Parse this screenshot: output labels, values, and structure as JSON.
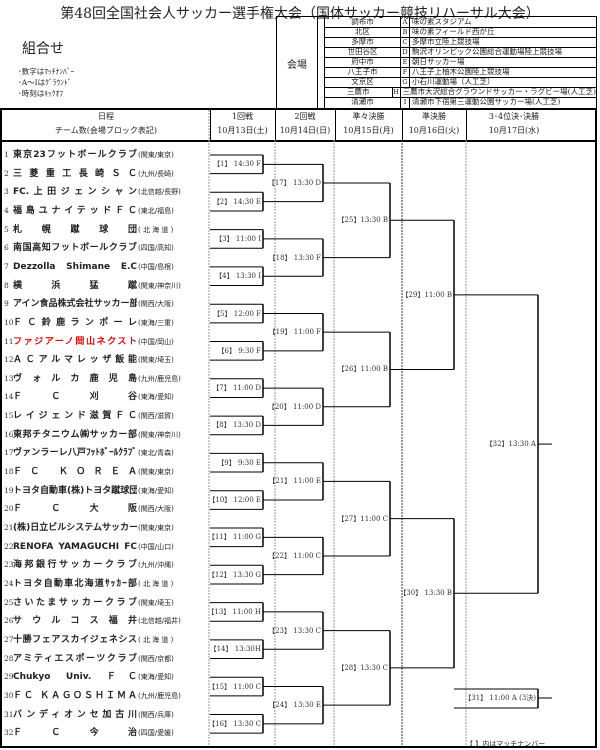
{
  "title": "第48回全国社会人サッカー選手権大会（国体サッカー競技リハーサル大会）",
  "subtitle": "組合せ",
  "notes": [
    "･数字はﾏｯﾁﾅﾝﾊﾞｰ",
    "･A～Iはｸﾞﾗｳﾝﾄﾞ",
    "･時刻はｷｯｸｵﾌ"
  ],
  "venue_label": "会場",
  "venues": [
    {
      "city": "調布市",
      "letter": "A",
      "name": "味の素スタジアム"
    },
    {
      "city": "北区",
      "letter": "B",
      "name": "味の素フィールド西が丘"
    },
    {
      "city": "多摩市",
      "letter": "C",
      "name": "多摩市立陸上競技場"
    },
    {
      "city": "世田谷区",
      "letter": "D",
      "name": "駒沢オリンピック公園総合運動場陸上競技場"
    },
    {
      "city": "府中市",
      "letter": "E",
      "name": "朝日サッカー場"
    },
    {
      "city": "八王子市",
      "letter": "F",
      "name": "八王子上柚木公園陸上競技場"
    },
    {
      "city": "文京区",
      "letter": "G",
      "name": "小石川運動場（人工芝）"
    },
    {
      "city": "三鷹市",
      "letter": "H",
      "name": "三鷹市大沢総合グラウンドサッカー・ラグビー場(人工芝)"
    },
    {
      "city": "清瀬市",
      "letter": "I",
      "name": "清瀬市下宿第三運動公園サッカー場(人工芝)"
    }
  ],
  "header": {
    "schedule": "日程",
    "teams_note": "チーム数(会場ブロック表記)",
    "rounds": [
      {
        "name": "1回戦",
        "date": "10月13日(土)"
      },
      {
        "name": "2回戦",
        "date": "10月14日(日)"
      },
      {
        "name": "準々決勝",
        "date": "10月15日(月)"
      },
      {
        "name": "準決勝",
        "date": "10月16日(火)"
      },
      {
        "name": "3･4位決･決勝",
        "date": "10月17日(水)"
      }
    ]
  },
  "teams": [
    {
      "no": "1",
      "name": "東京23フットボールクラブ",
      "region": "(関東/東京)"
    },
    {
      "no": "2",
      "name": "三菱重工長崎ＳＣ",
      "region": "(九州/長崎)"
    },
    {
      "no": "3",
      "name": "FC.上田ジェンシャン",
      "region": "(北信越/長野)"
    },
    {
      "no": "4",
      "name": "福島ユナイテッドＦＣ",
      "region": "(東北/福島)"
    },
    {
      "no": "5",
      "name": "札幌蹴球団",
      "region": "( 北 海 道 )"
    },
    {
      "no": "6",
      "name": "南国高知フットボールクラブ",
      "region": "(四国/高知)"
    },
    {
      "no": "7",
      "name": "Dezzolla Shimane E.C",
      "region": "(中国/島根)"
    },
    {
      "no": "8",
      "name": "横浜猛蹴",
      "region": "(関東/神奈川)"
    },
    {
      "no": "9",
      "name": "アイン食品株式会社サッカー部",
      "region": "(関西/大阪)"
    },
    {
      "no": "10",
      "name": "ＦＣ鈴鹿ランポーレ",
      "region": "(東海/三重)"
    },
    {
      "no": "11",
      "name": "ファジアーノ岡山ネクスト",
      "region": "(中国/岡山)",
      "highlight": true
    },
    {
      "no": "12",
      "name": "ＡＣアルマレッザ飯能",
      "region": "(関東/埼玉)"
    },
    {
      "no": "13",
      "name": "ヴォルカ鹿児島",
      "region": "(九州/鹿児島)"
    },
    {
      "no": "14",
      "name": "ＦＣ刈谷",
      "region": "(東海/愛知)"
    },
    {
      "no": "15",
      "name": "レイジェンド滋賀ＦＣ",
      "region": "(関西/滋賀)"
    },
    {
      "no": "16",
      "name": "東邦チタニウム㈱サッカー部",
      "region": "(関東/神奈川)"
    },
    {
      "no": "17",
      "name": "ヴァンラーレ八戸ﾌｯﾄﾎﾞｰﾙｸﾗﾌﾞ",
      "region": "(東北/青森)"
    },
    {
      "no": "18",
      "name": "ＦＣ ＫＯＲＥＡ",
      "region": "(関東/東京)"
    },
    {
      "no": "19",
      "name": "トヨタ自動車(株)トヨタ蹴球団",
      "region": "(東海/愛知)"
    },
    {
      "no": "20",
      "name": "ＦＣ大阪",
      "region": "(関西/大阪)"
    },
    {
      "no": "21",
      "name": "(株)日立ビルシステムサッカー部",
      "region": "(関東/東京)"
    },
    {
      "no": "22",
      "name": "RENOFA YAMAGUCHI FC",
      "region": "(中国/山口)"
    },
    {
      "no": "23",
      "name": "海邦銀行サッカークラブ",
      "region": "(九州/沖縄)"
    },
    {
      "no": "24",
      "name": "トヨタ自動車北海道ｻｯｶｰ部",
      "region": "( 北 海 道 )"
    },
    {
      "no": "25",
      "name": "さいたまサッカークラブ",
      "region": "(関東/埼玉)"
    },
    {
      "no": "26",
      "name": "サウルコス福井",
      "region": "(北信越/福井)"
    },
    {
      "no": "27",
      "name": "十勝フェアスカイジェネシス",
      "region": "( 北 海 道 )"
    },
    {
      "no": "28",
      "name": "アミティエスポーツクラブ",
      "region": "(関西/京都)"
    },
    {
      "no": "29",
      "name": "Chukyo Univ. ＦＣ",
      "region": "(東海/愛知)"
    },
    {
      "no": "30",
      "name": "ＦＣ ＫＡＧＯＳＨＩＭＡ",
      "region": "(九州/鹿児島)"
    },
    {
      "no": "31",
      "name": "バンディオンセ加古川",
      "region": "(関西/兵庫)"
    },
    {
      "no": "32",
      "name": "ＦＣ今治",
      "region": "(四国/愛媛)"
    }
  ],
  "matches": {
    "r1": [
      "【1】 14:30 F",
      "【2】 14:30 E",
      "【3】 11:00 I",
      "【4】 13:30 I",
      "【5】 12:00 F",
      "【6】 9:30 F",
      "【7】 11:00 D",
      "【8】 13:30 D",
      "【9】 9:30 E",
      "【10】 12:00 E",
      "【11】 11:00 G",
      "【12】 13:30 G",
      "【13】 11:00 H",
      "【14】 13:30H",
      "【15】 11:00 C",
      "【16】 13:30 C"
    ],
    "r2": [
      "【17】 13:30 D",
      "【18】 13:30 F",
      "【19】 11:00 F",
      "【20】 11:00 D",
      "【21】 11:00 E",
      "【22】 11:00 C",
      "【23】 13:30 C",
      "【24】 13:30 E"
    ],
    "qf": [
      "【25】13:30 B",
      "【26】11:00 B",
      "【27】11:00 C",
      "【28】13:30 C"
    ],
    "sf": [
      "【29】11:00 B",
      "【30】 13:30 B"
    ],
    "final": "【32】13:30 A",
    "third": "【31】 11:00 A (3決)"
  },
  "legend": "【 】内はマッチナンバー"
}
